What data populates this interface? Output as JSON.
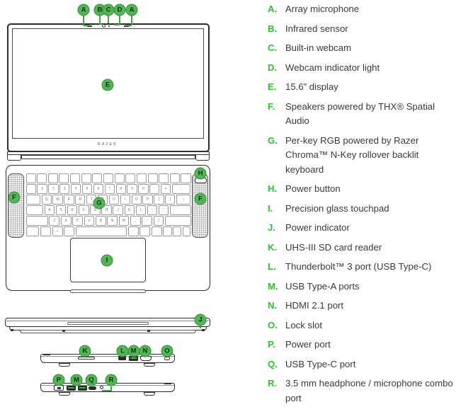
{
  "colors": {
    "callout_fill": "#55b457",
    "callout_ring": "#2f9136",
    "callout_line": "#3fa943",
    "legend_letter": "#2cc42c",
    "outline_ink": "#2b2b2b",
    "legend_text": "#3a3a3a"
  },
  "brand": {
    "logo": "RAZER"
  },
  "diagram": {
    "callouts": [
      {
        "letter": "A",
        "ref": "array-microphone-left"
      },
      {
        "letter": "B",
        "ref": "infrared-sensor"
      },
      {
        "letter": "C",
        "ref": "built-in-webcam"
      },
      {
        "letter": "D",
        "ref": "webcam-indicator-light"
      },
      {
        "letter": "A",
        "ref": "array-microphone-right"
      },
      {
        "letter": "E",
        "ref": "display"
      },
      {
        "letter": "F",
        "ref": "speaker-left"
      },
      {
        "letter": "G",
        "ref": "keyboard"
      },
      {
        "letter": "H",
        "ref": "power-button"
      },
      {
        "letter": "F",
        "ref": "speaker-right"
      },
      {
        "letter": "I",
        "ref": "touchpad"
      },
      {
        "letter": "J",
        "ref": "power-indicator"
      },
      {
        "letter": "K",
        "ref": "sd-card-reader"
      },
      {
        "letter": "L",
        "ref": "thunderbolt-3-port"
      },
      {
        "letter": "M",
        "ref": "usb-a-ports-right-side"
      },
      {
        "letter": "N",
        "ref": "hdmi-port"
      },
      {
        "letter": "O",
        "ref": "lock-slot"
      },
      {
        "letter": "P",
        "ref": "power-port"
      },
      {
        "letter": "M",
        "ref": "usb-a-ports-left-side"
      },
      {
        "letter": "Q",
        "ref": "usb-c-port"
      },
      {
        "letter": "R",
        "ref": "headphone-jack"
      }
    ]
  },
  "legend": {
    "items": [
      {
        "letter": "A",
        "text": "Array microphone"
      },
      {
        "letter": "B",
        "text": "Infrared sensor"
      },
      {
        "letter": "C",
        "text": "Built-in webcam"
      },
      {
        "letter": "D",
        "text": "Webcam indicator light"
      },
      {
        "letter": "E",
        "text": "15.6” display"
      },
      {
        "letter": "F",
        "text": "Speakers powered by THX® Spatial Audio"
      },
      {
        "letter": "G",
        "text": "Per-key RGB powered by Razer Chroma™ N-Key rollover backlit keyboard"
      },
      {
        "letter": "H",
        "text": "Power button"
      },
      {
        "letter": "I",
        "text": "Precision glass touchpad"
      },
      {
        "letter": "J",
        "text": "Power indicator"
      },
      {
        "letter": "K",
        "text": "UHS-III SD card reader"
      },
      {
        "letter": "L",
        "text": "Thunderbolt™ 3 port (USB Type-C)"
      },
      {
        "letter": "M",
        "text": "USB Type-A ports"
      },
      {
        "letter": "N",
        "text": "HDMI 2.1 port"
      },
      {
        "letter": "O",
        "text": "Lock slot"
      },
      {
        "letter": "P",
        "text": "Power port"
      },
      {
        "letter": "Q",
        "text": "USB Type-C port"
      },
      {
        "letter": "R",
        "text": "3.5 mm headphone / microphone combo port"
      }
    ]
  },
  "keyboard": {
    "rows": [
      [
        {
          "l": ""
        },
        {
          "l": ""
        },
        {
          "l": ""
        },
        {
          "l": ""
        },
        {
          "l": ""
        },
        {
          "l": ""
        },
        {
          "l": ""
        },
        {
          "l": ""
        },
        {
          "l": ""
        },
        {
          "l": ""
        },
        {
          "l": ""
        },
        {
          "l": ""
        },
        {
          "l": ""
        },
        {
          "l": ""
        },
        {
          "l": ""
        }
      ],
      [
        {
          "l": ""
        },
        {
          "l": "1"
        },
        {
          "l": "2"
        },
        {
          "l": "3"
        },
        {
          "l": "4"
        },
        {
          "l": "5"
        },
        {
          "l": "6"
        },
        {
          "l": "7"
        },
        {
          "l": "8"
        },
        {
          "l": "9"
        },
        {
          "l": "0"
        },
        {
          "l": "-"
        },
        {
          "l": "="
        },
        {
          "l": "←",
          "w": 2
        }
      ],
      [
        {
          "l": "",
          "w": 1.5
        },
        {
          "l": "Q"
        },
        {
          "l": "W"
        },
        {
          "l": "E"
        },
        {
          "l": "R"
        },
        {
          "l": "T"
        },
        {
          "l": "Y"
        },
        {
          "l": "U"
        },
        {
          "l": "I"
        },
        {
          "l": "O"
        },
        {
          "l": "P"
        },
        {
          "l": "["
        },
        {
          "l": "]"
        },
        {
          "l": "\\",
          "w": 1.5
        }
      ],
      [
        {
          "l": "",
          "w": 1.8
        },
        {
          "l": "A"
        },
        {
          "l": "S"
        },
        {
          "l": "D"
        },
        {
          "l": "F"
        },
        {
          "l": "G"
        },
        {
          "l": "H"
        },
        {
          "l": "J"
        },
        {
          "l": "K"
        },
        {
          "l": "L"
        },
        {
          "l": ";"
        },
        {
          "l": "'"
        },
        {
          "l": "",
          "w": 2.2
        }
      ],
      [
        {
          "l": "",
          "w": 2.3
        },
        {
          "l": "Z"
        },
        {
          "l": "X"
        },
        {
          "l": "C"
        },
        {
          "l": "V"
        },
        {
          "l": "B"
        },
        {
          "l": "N"
        },
        {
          "l": "M"
        },
        {
          "l": ","
        },
        {
          "l": "."
        },
        {
          "l": "/"
        },
        {
          "l": "",
          "w": 2.7
        }
      ],
      [
        {
          "l": "",
          "w": 1.3
        },
        {
          "l": ""
        },
        {
          "l": "▪"
        },
        {
          "l": ""
        },
        {
          "l": "",
          "w": 5.4
        },
        {
          "l": ""
        },
        {
          "l": ""
        },
        {
          "l": ""
        },
        {
          "l": "",
          "w": 0.8
        },
        {
          "l": "",
          "w": 0.75
        },
        {
          "l": "",
          "w": 0.75
        }
      ]
    ]
  }
}
